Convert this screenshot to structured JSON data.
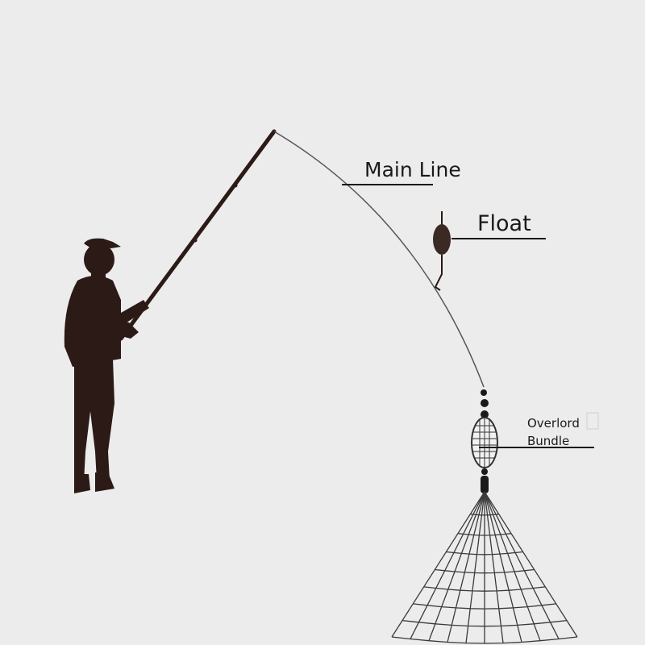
{
  "labels": {
    "main_line": "Main Line",
    "float": "Float",
    "bundle_line1": "Overlord",
    "bundle_line2": "Bundle"
  },
  "colors": {
    "background": "#ececec",
    "silhouette": "#2b1a16",
    "line": "#333333",
    "net": "#3a3a3a"
  },
  "icons": {
    "angler": "angler-silhouette",
    "float": "float-icon",
    "cage": "bait-cage-icon",
    "net": "net-icon"
  }
}
